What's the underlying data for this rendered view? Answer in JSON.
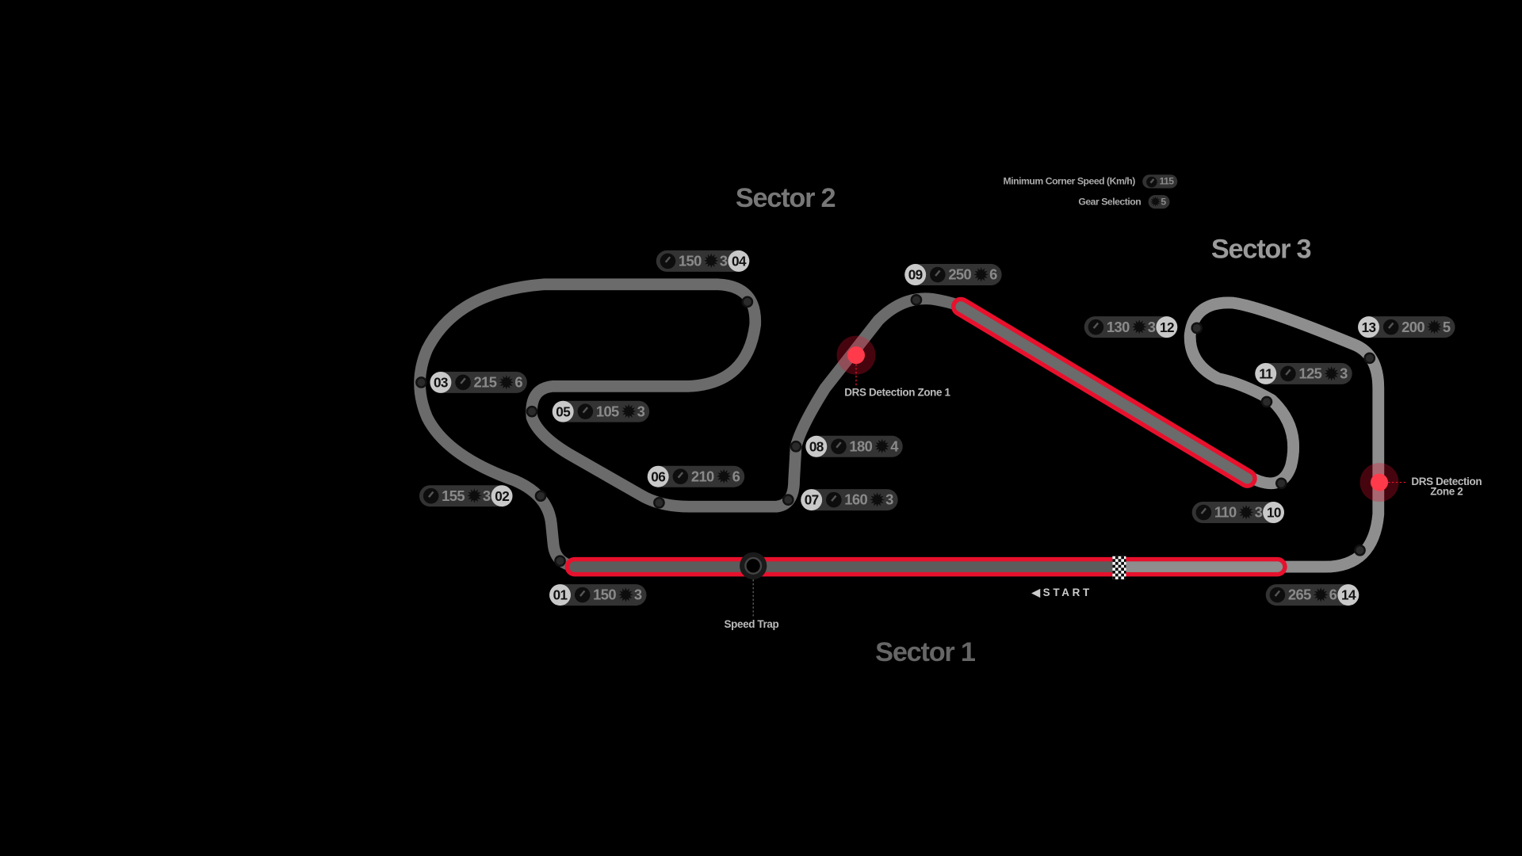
{
  "sectors": {
    "s1": "Sector 1",
    "s2": "Sector 2",
    "s3": "Sector 3"
  },
  "legend": {
    "speed_label": "Minimum Corner Speed (Km/h)",
    "speed_example": "115",
    "gear_label": "Gear Selection",
    "gear_example": "5"
  },
  "markers": {
    "drs1": "DRS Detection Zone 1",
    "drs2_line1": "DRS Detection",
    "drs2_line2": "Zone 2",
    "speed_trap": "Speed Trap",
    "start": "START",
    "start_arrow": "◀"
  },
  "icons": {
    "speed": "gauge-icon",
    "gear": "gear-icon"
  },
  "colors": {
    "track": "#6b6b6b",
    "drs": "#e8112d",
    "background": "#000000"
  },
  "corners": [
    {
      "num": "01",
      "speed": "150",
      "gear": "3"
    },
    {
      "num": "02",
      "speed": "155",
      "gear": "3"
    },
    {
      "num": "03",
      "speed": "215",
      "gear": "6"
    },
    {
      "num": "04",
      "speed": "150",
      "gear": "3"
    },
    {
      "num": "05",
      "speed": "105",
      "gear": "3"
    },
    {
      "num": "06",
      "speed": "210",
      "gear": "6"
    },
    {
      "num": "07",
      "speed": "160",
      "gear": "3"
    },
    {
      "num": "08",
      "speed": "180",
      "gear": "4"
    },
    {
      "num": "09",
      "speed": "250",
      "gear": "6"
    },
    {
      "num": "10",
      "speed": "110",
      "gear": "3"
    },
    {
      "num": "11",
      "speed": "125",
      "gear": "3"
    },
    {
      "num": "12",
      "speed": "130",
      "gear": "3"
    },
    {
      "num": "13",
      "speed": "200",
      "gear": "5"
    },
    {
      "num": "14",
      "speed": "265",
      "gear": "6"
    }
  ]
}
